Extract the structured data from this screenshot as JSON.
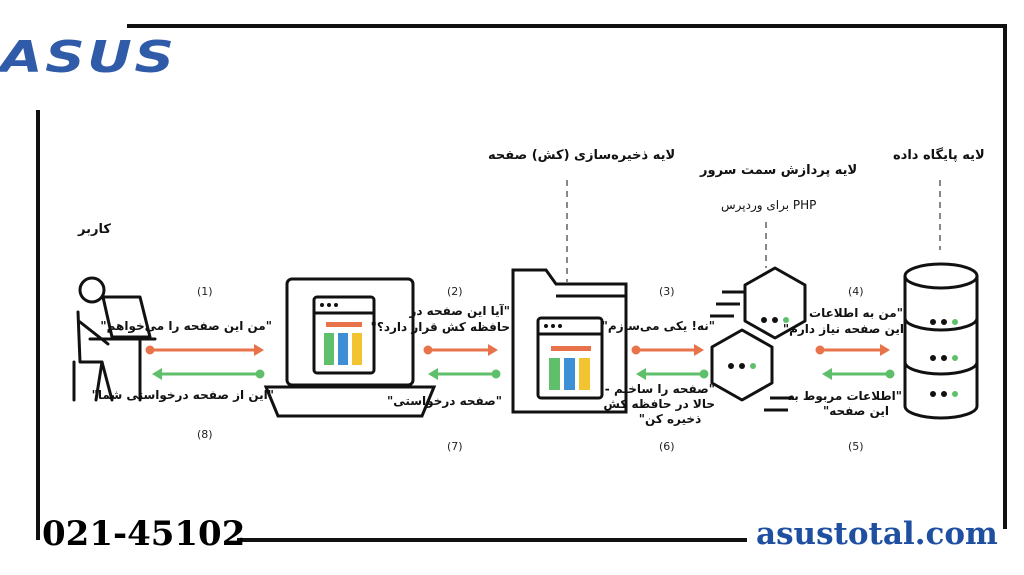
{
  "brand": {
    "logo": "ASUS",
    "phone": "021-45102",
    "website": "asustotal.com"
  },
  "colors": {
    "request_arrow": "#e8734a",
    "response_arrow": "#5fbf6a",
    "dash": "#888888",
    "brand_blue": "#2f5ba8"
  },
  "layers": {
    "user": "کاربر",
    "cache": "لایه ذخیره‌سازی (کش) صفحه",
    "server": "لایه پردازش سمت سرور",
    "server_sub": "PHP برای وردپرس",
    "database": "لایه پایگاه داده"
  },
  "steps": [
    {
      "num": "(1)",
      "text": "\"من این صفحه را می‌خواهم\""
    },
    {
      "num": "(2)",
      "text": "\"آیا این صفحه در حافظه کش قرار دارد؟\"",
      "line1": "\"آیا این صفحه در",
      "line2": "حافظه کش قرار دارد؟\""
    },
    {
      "num": "(3)",
      "text": "\"نه! یکی می‌سازم\""
    },
    {
      "num": "(4)",
      "text": "\"من به اطلاعات این صفحه نیاز دارم\"",
      "line1": "\"من به اطلاعات",
      "line2": "این صفحه نیاز دارم\""
    },
    {
      "num": "(5)",
      "text": "\"اطلاعات مربوط به این صفحه\"",
      "line1": "\"اطلاعات مربوط به",
      "line2": "این صفحه\""
    },
    {
      "num": "(6)",
      "text": "\"صفحه را ساختم - حالا در حافظه کش ذخیره کن\"",
      "line1": "\"صفحه را ساختم -",
      "line2": "حالا در حافظه کش",
      "line3": "ذخیره کن\""
    },
    {
      "num": "(7)",
      "text": "\"صفحه درخواستی\""
    },
    {
      "num": "(8)",
      "text": "\"این از صفحه درخواستی شما\""
    }
  ]
}
